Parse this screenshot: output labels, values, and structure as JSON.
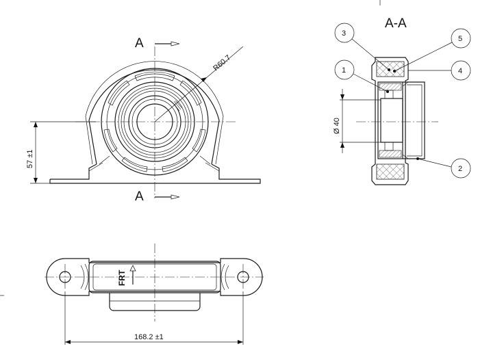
{
  "section_marker": "A",
  "section_title": "A-A",
  "dimensions": {
    "radius": "R60.7",
    "height": "57 ±1",
    "diameter": "Ø 40",
    "width": "168.2 ±1"
  },
  "front_label": "FRT",
  "balloons": [
    "1",
    "2",
    "3",
    "4",
    "5"
  ]
}
